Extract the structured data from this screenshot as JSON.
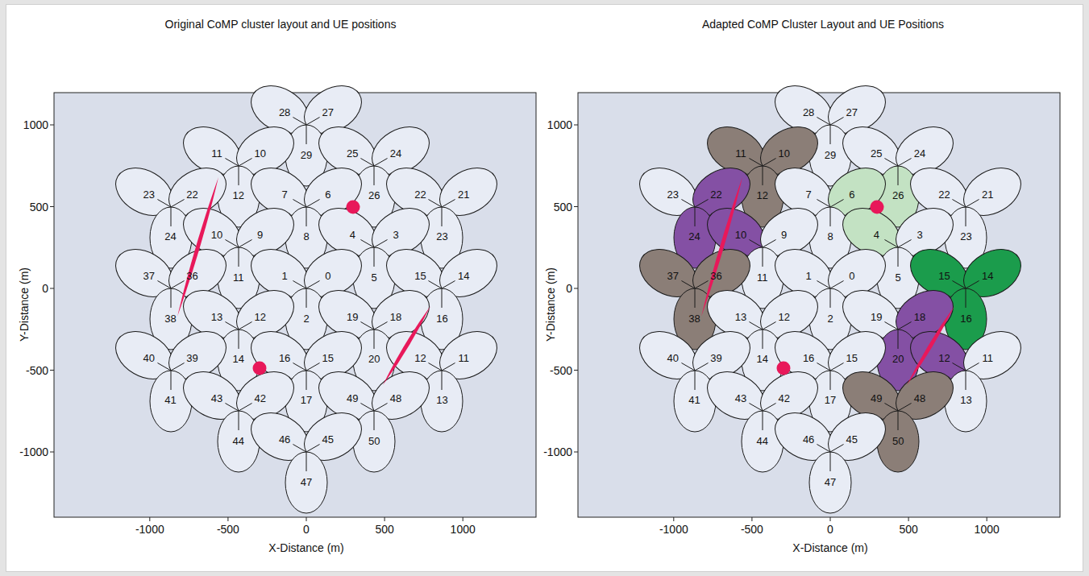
{
  "diagram": {
    "nodes": [
      {
        "text": [
          "Original CoMP cluster layout and UE positions"
        ]
      },
      {
        "text": [
          "28"
        ],
        "in": 0
      },
      {
        "text": [
          "27"
        ],
        "in": 0
      },
      {
        "text": [
          "29"
        ],
        "in": 0
      },
      {
        "text": [
          "11"
        ],
        "in": 0
      },
      {
        "text": [
          "10"
        ],
        "in": 0
      },
      {
        "text": [
          "12"
        ],
        "in": 0
      },
      {
        "text": [
          "25"
        ],
        "in": 0
      },
      {
        "text": [
          "24"
        ],
        "in": 0
      },
      {
        "text": [
          "26"
        ],
        "in": 0
      },
      {
        "text": [
          "23"
        ],
        "in": 0
      },
      {
        "text": [
          "22"
        ],
        "in": 0
      },
      {
        "text": [
          "24"
        ],
        "in": 0
      },
      {
        "text": [
          "7"
        ],
        "in": 0
      },
      {
        "text": [
          "6"
        ],
        "in": 0
      },
      {
        "text": [
          "8"
        ],
        "in": 0
      },
      {
        "text": [
          "22"
        ],
        "in": 0
      },
      {
        "text": [
          "21"
        ],
        "in": 0
      },
      {
        "text": [
          "23"
        ],
        "in": 0
      },
      {
        "text": [
          "10"
        ],
        "in": 0
      },
      {
        "text": [
          "9"
        ],
        "in": 0
      },
      {
        "text": [
          "11"
        ],
        "in": 0
      },
      {
        "text": [
          "4"
        ],
        "in": 0
      },
      {
        "text": [
          "3"
        ],
        "in": 0
      },
      {
        "text": [
          "5"
        ],
        "in": 0
      },
      {
        "text": [
          "37"
        ],
        "in": 0
      },
      {
        "text": [
          "36"
        ],
        "in": 0
      },
      {
        "text": [
          "38"
        ],
        "in": 0
      },
      {
        "text": [
          "1"
        ],
        "in": 0
      },
      {
        "text": [
          "0"
        ],
        "in": 0
      },
      {
        "text": [
          "2"
        ],
        "in": 0
      },
      {
        "text": [
          "15"
        ],
        "in": 0
      },
      {
        "text": [
          "14"
        ],
        "in": 0
      },
      {
        "text": [
          "16"
        ],
        "in": 0
      },
      {
        "text": [
          "13"
        ],
        "in": 0
      },
      {
        "text": [
          "12"
        ],
        "in": 0
      },
      {
        "text": [
          "14"
        ],
        "in": 0
      },
      {
        "text": [
          "19"
        ],
        "in": 0
      },
      {
        "text": [
          "18"
        ],
        "in": 0
      },
      {
        "text": [
          "20"
        ],
        "in": 0
      },
      {
        "text": [
          "40"
        ],
        "in": 0
      },
      {
        "text": [
          "39"
        ],
        "in": 0
      },
      {
        "text": [
          "41"
        ],
        "in": 0
      },
      {
        "text": [
          "16"
        ],
        "in": 0
      },
      {
        "text": [
          "15"
        ],
        "in": 0
      },
      {
        "text": [
          "17"
        ],
        "in": 0
      },
      {
        "text": [
          "12"
        ],
        "in": 0
      },
      {
        "text": [
          "11"
        ],
        "in": 0
      },
      {
        "text": [
          "13"
        ],
        "in": 0
      },
      {
        "text": [
          "43"
        ],
        "in": 0
      },
      {
        "text": [
          "42"
        ],
        "in": 0
      },
      {
        "text": [
          "44"
        ],
        "in": 0
      },
      {
        "text": [
          "49"
        ],
        "in": 0
      },
      {
        "text": [
          "48"
        ],
        "in": 0
      },
      {
        "text": [
          "50"
        ],
        "in": 0
      },
      {
        "text": [
          "46"
        ],
        "in": 0
      },
      {
        "text": [
          "45"
        ],
        "in": 0
      },
      {
        "text": [
          "47"
        ],
        "in": 0
      },
      {
        "text": [
          "Adapted CoMP Cluster Layout and UE Positions"
        ]
      },
      {
        "text": [
          "28"
        ],
        "in": 58
      },
      {
        "text": [
          "27"
        ],
        "in": 58
      },
      {
        "text": [
          "29"
        ],
        "in": 58
      },
      {
        "text": [
          "11"
        ],
        "in": 58
      },
      {
        "text": [
          "10"
        ],
        "in": 58
      },
      {
        "text": [
          "12"
        ],
        "in": 58
      },
      {
        "text": [
          "25"
        ],
        "in": 58
      },
      {
        "text": [
          "24"
        ],
        "in": 58
      },
      {
        "text": [
          "26"
        ],
        "in": 58
      },
      {
        "text": [
          "23"
        ],
        "in": 58
      },
      {
        "text": [
          "22"
        ],
        "in": 58
      },
      {
        "text": [
          "24"
        ],
        "in": 58
      },
      {
        "text": [
          "7"
        ],
        "in": 58
      },
      {
        "text": [
          "6"
        ],
        "in": 58
      },
      {
        "text": [
          "8"
        ],
        "in": 58
      },
      {
        "text": [
          "22"
        ],
        "in": 58
      },
      {
        "text": [
          "21"
        ],
        "in": 58
      },
      {
        "text": [
          "23"
        ],
        "in": 58
      },
      {
        "text": [
          "10"
        ],
        "in": 58
      },
      {
        "text": [
          "9"
        ],
        "in": 58
      },
      {
        "text": [
          "11"
        ],
        "in": 58
      },
      {
        "text": [
          "4"
        ],
        "in": 58
      },
      {
        "text": [
          "3"
        ],
        "in": 58
      },
      {
        "text": [
          "5"
        ],
        "in": 58
      },
      {
        "text": [
          "37"
        ],
        "in": 58
      },
      {
        "text": [
          "36"
        ],
        "in": 58
      },
      {
        "text": [
          "38"
        ],
        "in": 58
      },
      {
        "text": [
          "1"
        ],
        "in": 58
      },
      {
        "text": [
          "0"
        ],
        "in": 58
      },
      {
        "text": [
          "2"
        ],
        "in": 58
      },
      {
        "text": [
          "15"
        ],
        "in": 58
      },
      {
        "text": [
          "14"
        ],
        "in": 58
      },
      {
        "text": [
          "16"
        ],
        "in": 58
      },
      {
        "text": [
          "13"
        ],
        "in": 58
      },
      {
        "text": [
          "12"
        ],
        "in": 58
      },
      {
        "text": [
          "14"
        ],
        "in": 58
      },
      {
        "text": [
          "19"
        ],
        "in": 58
      },
      {
        "text": [
          "18"
        ],
        "in": 58
      },
      {
        "text": [
          "20"
        ],
        "in": 58
      },
      {
        "text": [
          "40"
        ],
        "in": 58
      },
      {
        "text": [
          "39"
        ],
        "in": 58
      },
      {
        "text": [
          "41"
        ],
        "in": 58
      },
      {
        "text": [
          "16"
        ],
        "in": 58
      },
      {
        "text": [
          "15"
        ],
        "in": 58
      },
      {
        "text": [
          "17"
        ],
        "in": 58
      },
      {
        "text": [
          "12"
        ],
        "in": 58
      },
      {
        "text": [
          "11"
        ],
        "in": 58
      },
      {
        "text": [
          "13"
        ],
        "in": 58
      },
      {
        "text": [
          "43"
        ],
        "in": 58
      },
      {
        "text": [
          "42"
        ],
        "in": 58
      },
      {
        "text": [
          "44"
        ],
        "in": 58
      },
      {
        "text": [
          "49"
        ],
        "in": 58
      },
      {
        "text": [
          "48"
        ],
        "in": 58
      },
      {
        "text": [
          "50"
        ],
        "in": 58
      },
      {
        "text": [
          "46"
        ],
        "in": 58
      },
      {
        "text": [
          "45"
        ],
        "in": 58
      },
      {
        "text": [
          "47"
        ],
        "in": 58
      }
    ],
    "labels": [
      "1000",
      "500",
      "0",
      "-500",
      "-1000",
      "-1000",
      "-500",
      "0",
      "500",
      "1000",
      "Y-Distance (m)",
      "X-Distance (m)",
      "1000",
      "500",
      "0",
      "-500",
      "-1000",
      "-1000",
      "-500",
      "0",
      "500",
      "1000",
      "Y-Distance (m)",
      "X-Distance (m)"
    ]
  }
}
